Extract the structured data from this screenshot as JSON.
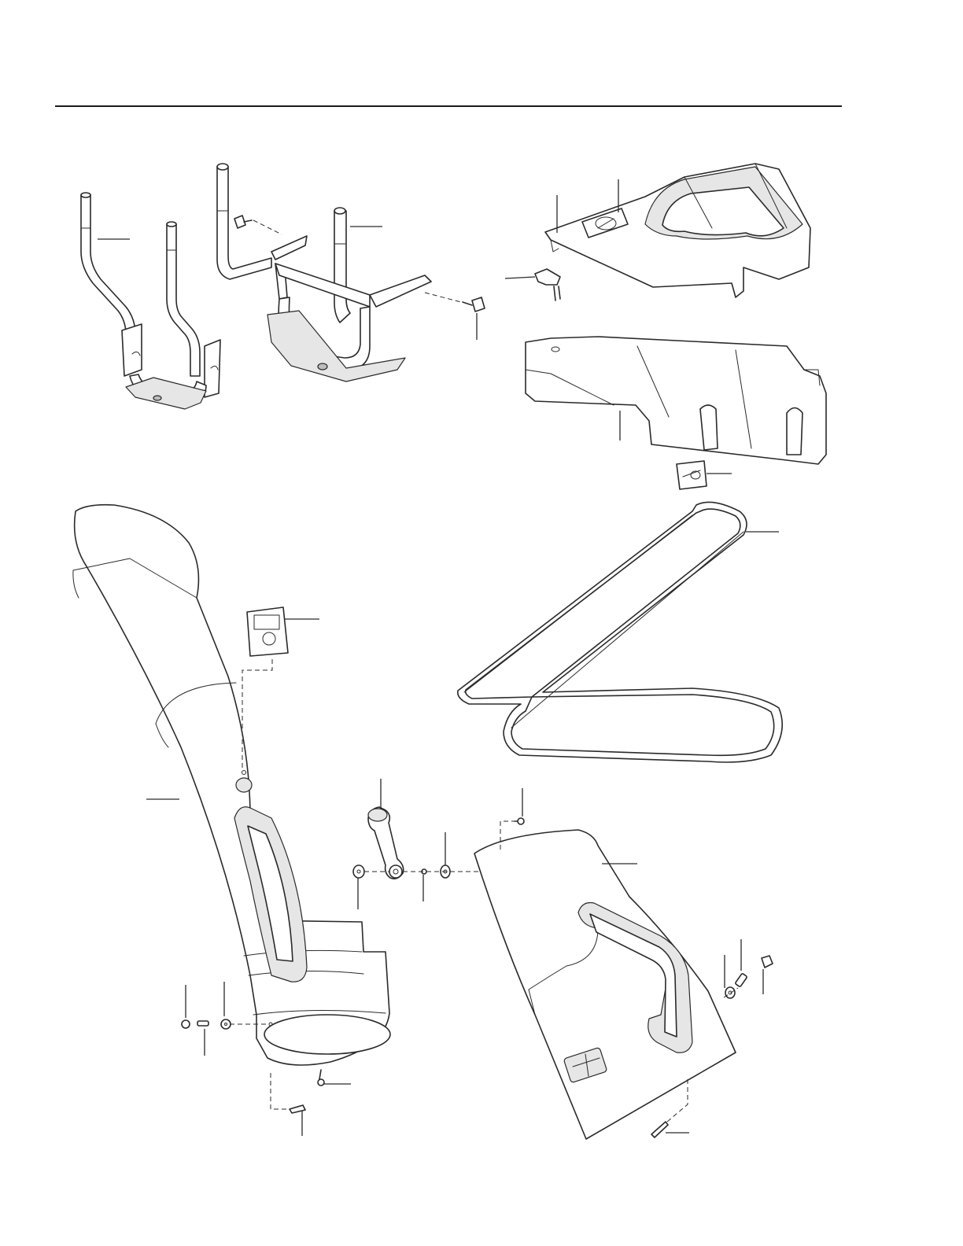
{
  "page": {
    "background": "#ffffff",
    "line_color": "#2a2a2a"
  },
  "parts": [
    {
      "name": "handle-lower-left"
    },
    {
      "name": "handle-upper-frame"
    },
    {
      "name": "belt-cover"
    },
    {
      "name": "belt-cover-decal"
    },
    {
      "name": "knob"
    },
    {
      "name": "belt-guard"
    },
    {
      "name": "warning-decal"
    },
    {
      "name": "drive-belt"
    },
    {
      "name": "discharge-chute-upper"
    },
    {
      "name": "chute-decal"
    },
    {
      "name": "chute-crank"
    },
    {
      "name": "chute-deflector"
    }
  ]
}
